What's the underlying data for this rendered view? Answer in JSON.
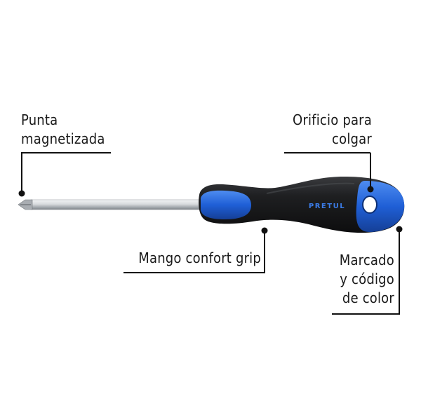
{
  "labels": {
    "tip": {
      "line1": "Punta",
      "line2": "magnetizada"
    },
    "hole": {
      "line1": "Orificio para",
      "line2": "colgar"
    },
    "grip": {
      "line1": "Mango confort grip"
    },
    "marking": {
      "line1": "Marcado",
      "line2": "y código",
      "line3": "de color"
    }
  },
  "brand": "PRETUL",
  "colors": {
    "accent_blue": "#1f5fd6",
    "handle_black": "#1b1b1d",
    "shaft_steel": "#c9ccd0",
    "callout_line": "#111111"
  }
}
